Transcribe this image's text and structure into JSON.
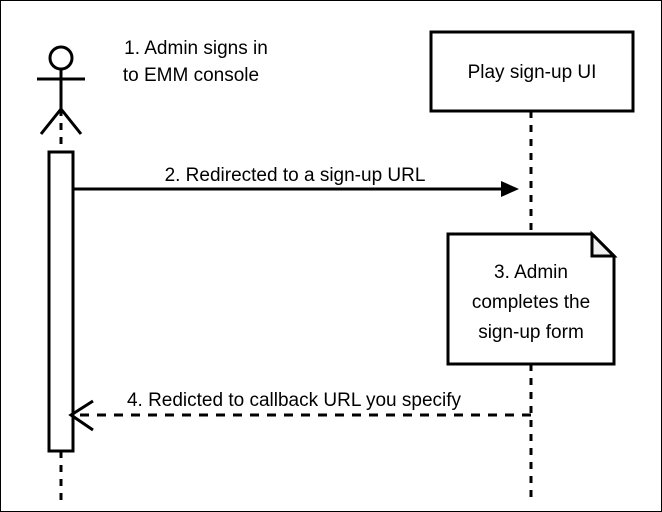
{
  "diagram": {
    "type": "uml-sequence-diagram",
    "background_color": "#ffffff",
    "line_color": "#000000",
    "note_fill_color": "#ffffff",
    "note_fold_color": "#f0f0f0",
    "actor": {
      "name": "admin-actor",
      "label": ""
    },
    "participants": [
      {
        "id": "play-signup-ui",
        "label": "Play sign-up UI"
      }
    ],
    "steps": [
      {
        "number": "1",
        "kind": "annotation",
        "text_lines": [
          "1. Admin signs in",
          "to EMM console"
        ],
        "full_text": "1. Admin signs in to EMM console"
      },
      {
        "number": "2",
        "kind": "message",
        "arrow": "solid-filled-right",
        "text_lines": [
          "2. Redirected to a sign-up URL"
        ],
        "full_text": "2. Redirected to a sign-up URL"
      },
      {
        "number": "3",
        "kind": "note",
        "text_lines": [
          "3. Admin",
          "completes the",
          "sign-up form"
        ],
        "full_text": "3. Admin completes the sign-up form"
      },
      {
        "number": "4",
        "kind": "message",
        "arrow": "dashed-open-left",
        "text_lines": [
          "4. Redicted to callback URL you specify"
        ],
        "full_text": "4. Redicted to callback URL you specify"
      }
    ]
  }
}
